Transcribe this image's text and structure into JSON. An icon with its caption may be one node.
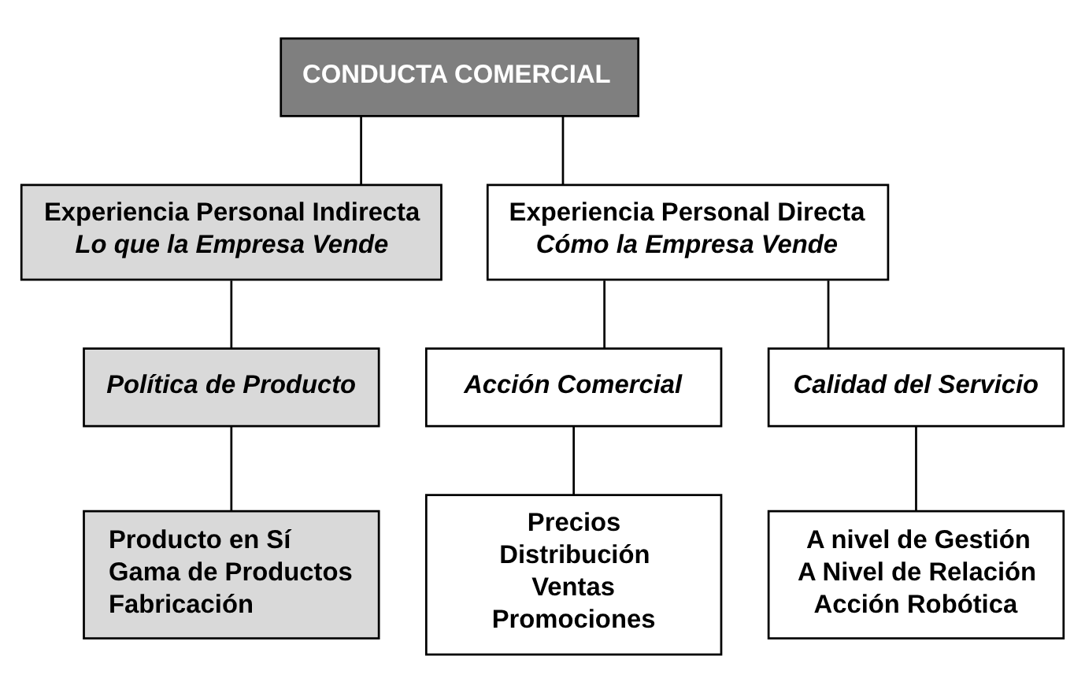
{
  "diagram": {
    "nodes": [
      {
        "text": [
          "CONDUCTA COMERCIAL"
        ]
      },
      {
        "text": [
          "Experiencia Personal Indirecta",
          "Lo que la Empresa Vende"
        ]
      },
      {
        "text": [
          "Experiencia Personal Directa",
          "Cómo la Empresa Vende"
        ]
      },
      {
        "text": [
          "Política de Producto"
        ]
      },
      {
        "text": [
          "Acción Comercial"
        ]
      },
      {
        "text": [
          "Calidad del Servicio"
        ]
      },
      {
        "text": [
          "Producto en Sí",
          "Gama de Productos",
          "Fabricación"
        ]
      },
      {
        "text": [
          "Precios",
          "Distribución",
          "Ventas",
          "Promociones"
        ]
      },
      {
        "text": [
          "A nivel de Gestión",
          "A Nivel de Relación",
          "Acción Robótica"
        ]
      }
    ],
    "edges": [
      {
        "from": 0,
        "to": 1,
        "arrow": "none"
      },
      {
        "from": 0,
        "to": 2,
        "arrow": "none"
      },
      {
        "from": 1,
        "to": 3,
        "arrow": "none"
      },
      {
        "from": 2,
        "to": 4,
        "arrow": "none"
      },
      {
        "from": 2,
        "to": 5,
        "arrow": "none"
      },
      {
        "from": 3,
        "to": 6,
        "arrow": "none"
      },
      {
        "from": 4,
        "to": 7,
        "arrow": "none"
      },
      {
        "from": 5,
        "to": 8,
        "arrow": "none"
      }
    ]
  }
}
